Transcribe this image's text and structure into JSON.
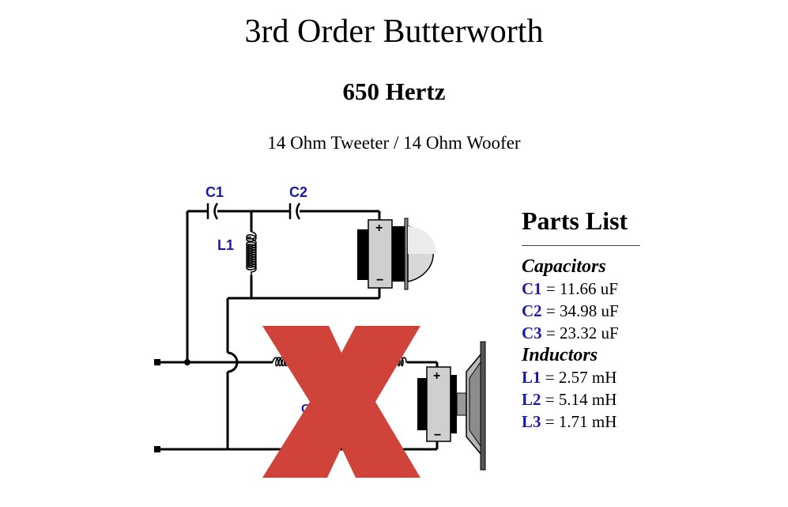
{
  "page": {
    "title": "3rd Order Butterworth",
    "subtitle": "650 Hertz",
    "impedance_line": "14 Ohm Tweeter / 14 Ohm Woofer"
  },
  "schematic": {
    "labels": {
      "c1": "C1",
      "c2": "C2",
      "l1": "L1"
    },
    "tweeter_plus": "+",
    "tweeter_minus": "−",
    "woofer_plus": "+",
    "woofer_minus": "−",
    "overlay": {
      "mark": "X",
      "color": "#d0433a"
    },
    "wire_color": "#000000",
    "label_color": "#1a1aa6"
  },
  "parts_list": {
    "heading": "Parts List",
    "capacitors_heading": "Capacitors",
    "capacitors": [
      {
        "ref": "C1",
        "value": " = 11.66 uF"
      },
      {
        "ref": "C2",
        "value": " = 34.98 uF"
      },
      {
        "ref": "C3",
        "value": " = 23.32 uF"
      }
    ],
    "inductors_heading": "Inductors",
    "inductors": [
      {
        "ref": "L1",
        "value": " = 2.57 mH"
      },
      {
        "ref": "L2",
        "value": " = 5.14 mH"
      },
      {
        "ref": "L3",
        "value": " = 1.71 mH"
      }
    ]
  }
}
